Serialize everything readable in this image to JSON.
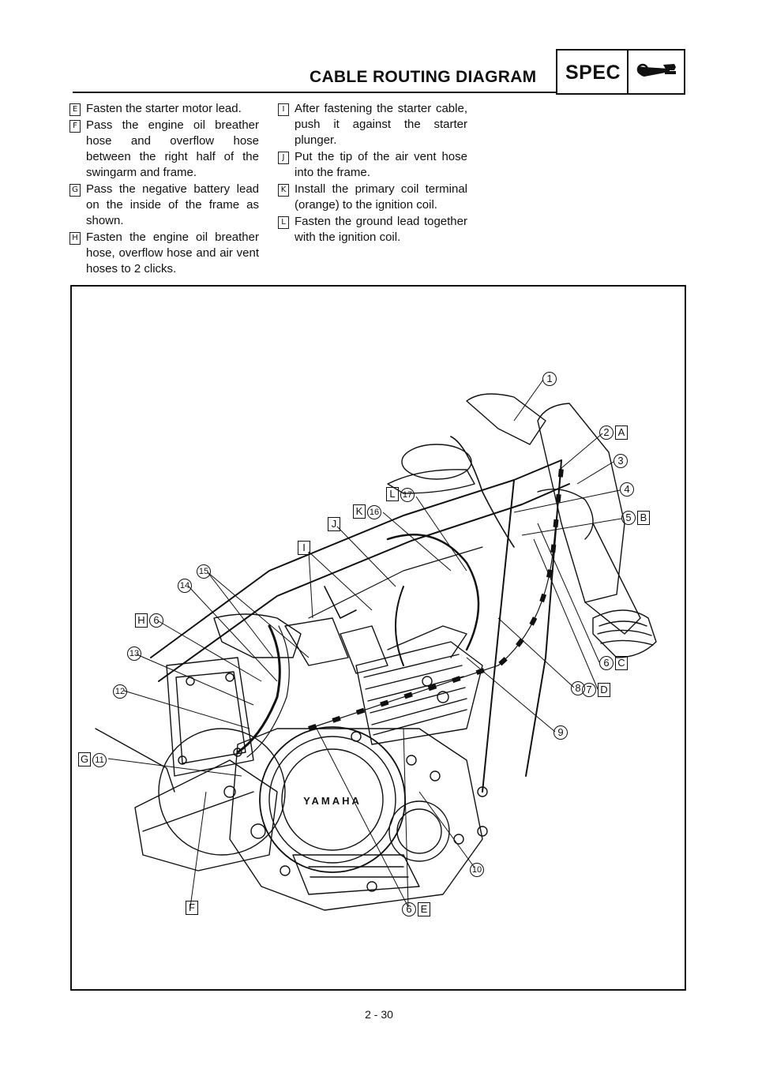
{
  "header": {
    "title": "CABLE ROUTING DIAGRAM",
    "spec_label": "SPEC",
    "section_icon": "spanner-icon"
  },
  "notes_left": [
    {
      "key": "E",
      "text": "Fasten the starter motor lead."
    },
    {
      "key": "F",
      "text": "Pass the engine oil breather hose and overflow hose between the right half of the swingarm and frame."
    },
    {
      "key": "G",
      "text": "Pass the negative battery lead on the inside of the frame as shown."
    },
    {
      "key": "H",
      "text": "Fasten the engine oil breather hose, overflow hose and air vent hoses to 2 clicks."
    }
  ],
  "notes_right": [
    {
      "key": "I",
      "text": "After fastening the starter cable, push it against the starter plunger."
    },
    {
      "key": "J",
      "text": "Put the tip of the air vent hose into the frame."
    },
    {
      "key": "K",
      "text": "Install the primary coil terminal (orange) to the ignition coil."
    },
    {
      "key": "L",
      "text": "Fasten the ground lead together with the ignition coil."
    }
  ],
  "diagram": {
    "engine_brand": "YAMAHA",
    "callouts": [
      {
        "num": "1",
        "letter": ""
      },
      {
        "num": "2",
        "letter": "A"
      },
      {
        "num": "3",
        "letter": ""
      },
      {
        "num": "4",
        "letter": ""
      },
      {
        "num": "5",
        "letter": "B"
      },
      {
        "num": "6",
        "letter": "C"
      },
      {
        "num": "7",
        "letter": "D"
      },
      {
        "num": "8",
        "letter": ""
      },
      {
        "num": "9",
        "letter": ""
      },
      {
        "num": "10",
        "letter": ""
      },
      {
        "num": "6",
        "letter": "E"
      },
      {
        "num": "",
        "letter": "F"
      },
      {
        "num": "11",
        "letter": "G"
      },
      {
        "num": "12",
        "letter": ""
      },
      {
        "num": "13",
        "letter": ""
      },
      {
        "num": "6",
        "letter": "H"
      },
      {
        "num": "14",
        "letter": ""
      },
      {
        "num": "15",
        "letter": ""
      },
      {
        "num": "",
        "letter": "I"
      },
      {
        "num": "",
        "letter": "J"
      },
      {
        "num": "16",
        "letter": "K"
      },
      {
        "num": "17",
        "letter": "L"
      }
    ]
  },
  "footer": {
    "page_number": "2 - 30"
  }
}
